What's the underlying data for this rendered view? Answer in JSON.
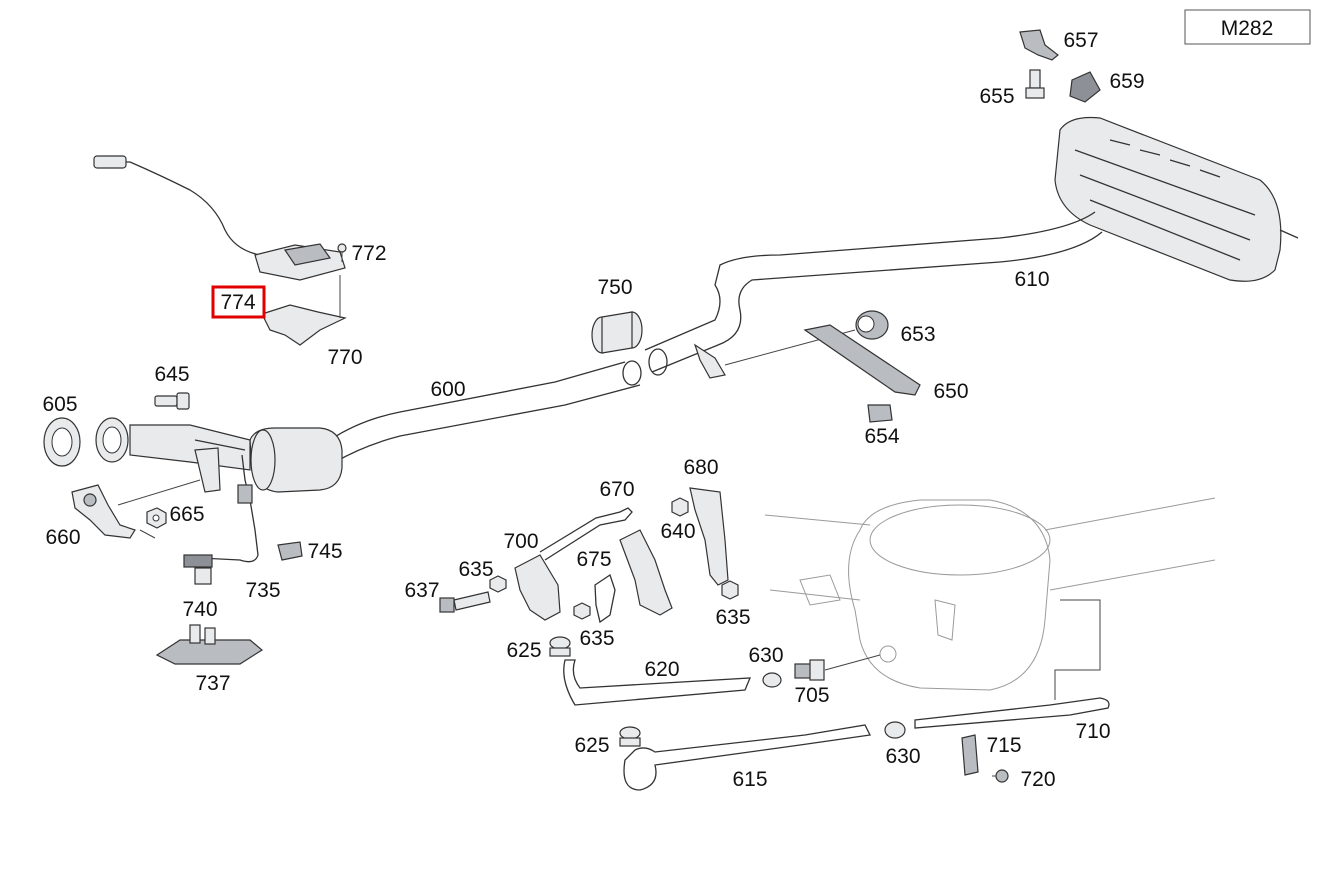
{
  "model_code": "M282",
  "highlight_color": "#e00000",
  "highlighted_part": "774",
  "part_labels": {
    "p600": "600",
    "p605": "605",
    "p610": "610",
    "p615": "615",
    "p620": "620",
    "p625a": "625",
    "p625b": "625",
    "p630a": "630",
    "p630b": "630",
    "p635a": "635",
    "p635b": "635",
    "p635c": "635",
    "p637": "637",
    "p640": "640",
    "p645": "645",
    "p650": "650",
    "p653": "653",
    "p654": "654",
    "p655": "655",
    "p657": "657",
    "p659": "659",
    "p660": "660",
    "p665": "665",
    "p670": "670",
    "p675": "675",
    "p680": "680",
    "p700": "700",
    "p705": "705",
    "p710": "710",
    "p715": "715",
    "p720": "720",
    "p735": "735",
    "p737": "737",
    "p740": "740",
    "p745": "745",
    "p750": "750",
    "p770": "770",
    "p772": "772",
    "p774": "774"
  }
}
